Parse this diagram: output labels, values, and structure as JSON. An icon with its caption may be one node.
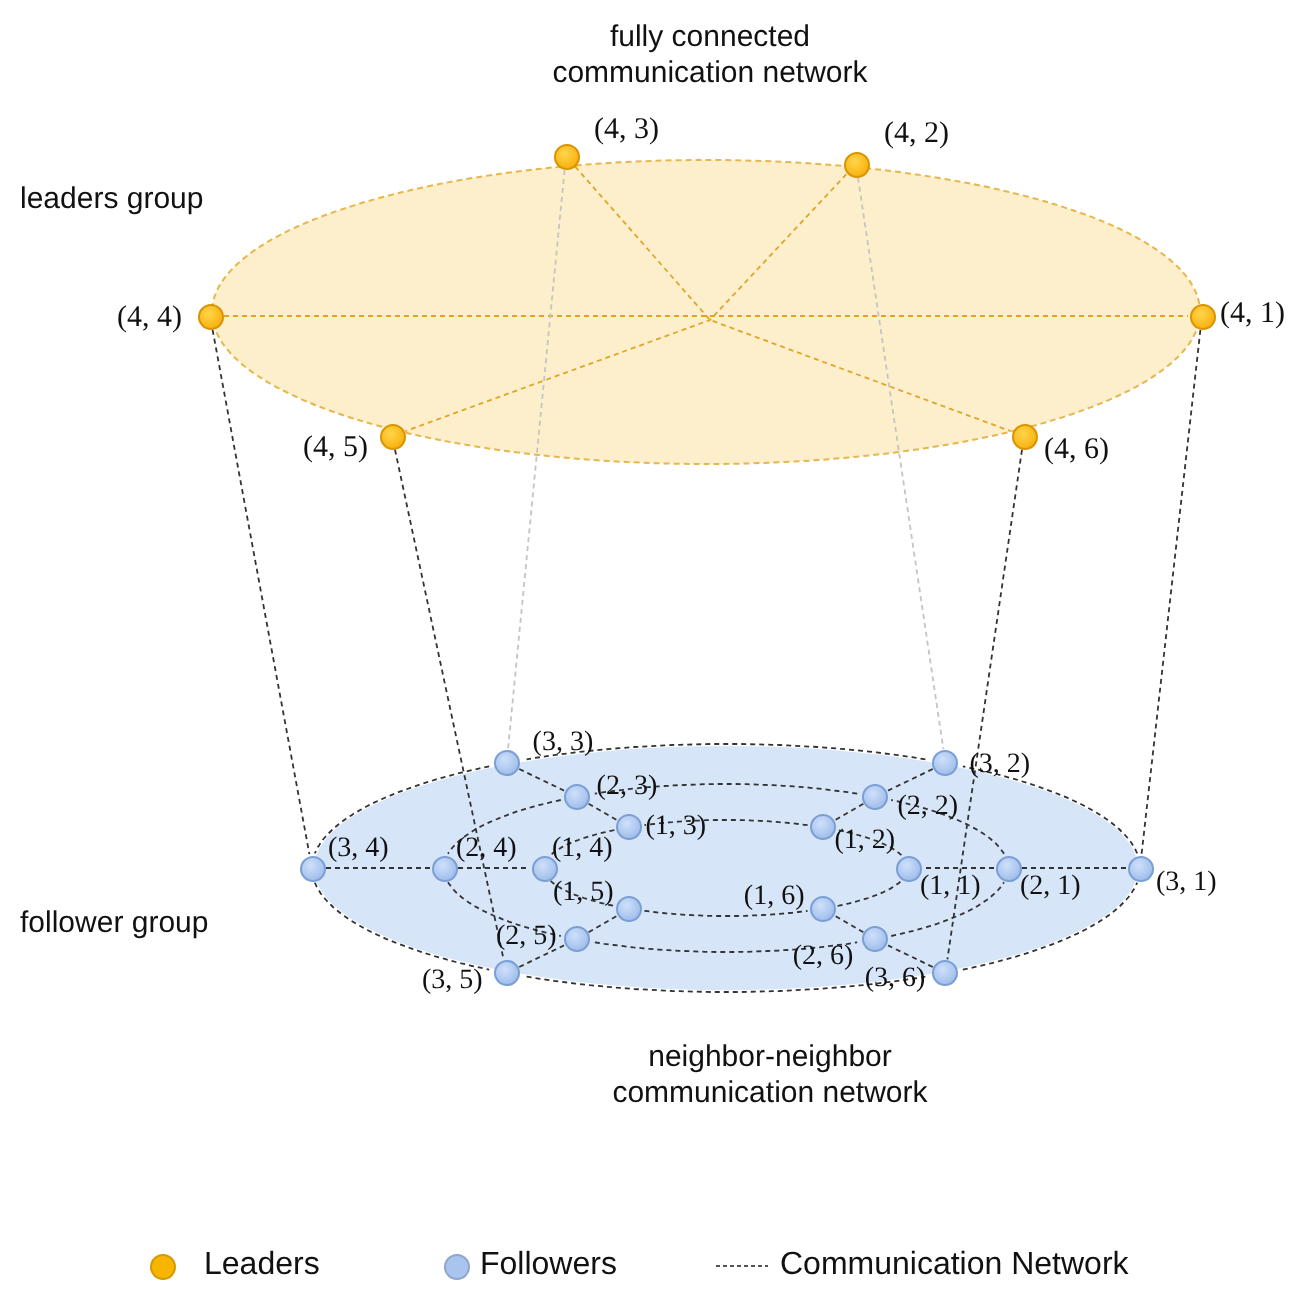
{
  "diagram": {
    "nodes": [
      {
        "text": [],
        "shape": "circle",
        "beside": [
          "(4, 3)"
        ]
      },
      {
        "text": [],
        "shape": "circle",
        "beside": [
          "(4, 2)"
        ]
      },
      {
        "text": [],
        "shape": "circle",
        "beside": [
          "(4, 4)"
        ]
      },
      {
        "text": [],
        "shape": "circle",
        "beside": [
          "(4, 1)"
        ]
      },
      {
        "text": [],
        "shape": "circle",
        "beside": [
          "(4, 5)"
        ]
      },
      {
        "text": [],
        "shape": "circle",
        "beside": [
          "(4, 6)"
        ]
      },
      {
        "text": [],
        "shape": "circle",
        "beside": [
          "(3, 3)"
        ]
      },
      {
        "text": [],
        "shape": "circle",
        "beside": [
          "(2, 3)"
        ]
      },
      {
        "text": [],
        "shape": "circle",
        "beside": [
          "(1, 3)"
        ]
      },
      {
        "text": [],
        "shape": "circle",
        "beside": [
          "(1, 2)"
        ]
      },
      {
        "text": [],
        "shape": "circle",
        "beside": [
          "(2, 2)"
        ]
      },
      {
        "text": [],
        "shape": "circle",
        "beside": [
          "(3, 2)"
        ]
      },
      {
        "text": [],
        "shape": "circle",
        "beside": [
          "(3, 4)"
        ]
      },
      {
        "text": [],
        "shape": "circle",
        "beside": [
          "(2, 4)"
        ]
      },
      {
        "text": [],
        "shape": "circle",
        "beside": [
          "(1, 4)"
        ]
      },
      {
        "text": [],
        "shape": "circle",
        "beside": [
          "(1, 1)"
        ]
      },
      {
        "text": [],
        "shape": "circle",
        "beside": [
          "(2, 1)"
        ]
      },
      {
        "text": [],
        "shape": "circle",
        "beside": [
          "(3, 1)"
        ]
      },
      {
        "text": [],
        "shape": "circle",
        "beside": [
          "(1, 5)"
        ]
      },
      {
        "text": [],
        "shape": "circle",
        "beside": [
          "(1, 6)"
        ]
      },
      {
        "text": [],
        "shape": "circle",
        "beside": [
          "(2, 5)"
        ]
      },
      {
        "text": [],
        "shape": "circle",
        "beside": [
          "(2, 6)"
        ]
      },
      {
        "text": [],
        "shape": "circle",
        "beside": [
          "(3, 5)"
        ]
      },
      {
        "text": [],
        "shape": "circle",
        "beside": [
          "(3, 6)"
        ]
      }
    ],
    "edges": [
      {
        "from": 2,
        "to": 3,
        "arrow": "none",
        "style": "dashed",
        "color": "#e0a526"
      },
      {
        "from": 0,
        "to": 5,
        "arrow": "none",
        "style": "dashed",
        "color": "#e0a526"
      },
      {
        "from": 1,
        "to": 4,
        "arrow": "none",
        "style": "dashed",
        "color": "#e0a526"
      },
      {
        "from": 0,
        "to": 6,
        "arrow": "none",
        "style": "dashed",
        "color": "#c4c4c4"
      },
      {
        "from": 1,
        "to": 11,
        "arrow": "none",
        "style": "dashed",
        "color": "#c4c4c4"
      },
      {
        "from": 2,
        "to": 12,
        "arrow": "none",
        "style": "dashed"
      },
      {
        "from": 4,
        "to": 22,
        "arrow": "none",
        "style": "dashed"
      },
      {
        "from": 5,
        "to": 23,
        "arrow": "none",
        "style": "dashed"
      },
      {
        "from": 3,
        "to": 17,
        "arrow": "none",
        "style": "dashed"
      },
      {
        "from": 17,
        "to": 16,
        "arrow": "none",
        "style": "dashed"
      },
      {
        "from": 16,
        "to": 15,
        "arrow": "none",
        "style": "dashed"
      },
      {
        "from": 11,
        "to": 10,
        "arrow": "none",
        "style": "dashed"
      },
      {
        "from": 10,
        "to": 9,
        "arrow": "none",
        "style": "dashed"
      },
      {
        "from": 6,
        "to": 7,
        "arrow": "none",
        "style": "dashed"
      },
      {
        "from": 7,
        "to": 8,
        "arrow": "none",
        "style": "dashed"
      },
      {
        "from": 12,
        "to": 13,
        "arrow": "none",
        "style": "dashed"
      },
      {
        "from": 13,
        "to": 14,
        "arrow": "none",
        "style": "dashed"
      },
      {
        "from": 22,
        "to": 20,
        "arrow": "none",
        "style": "dashed"
      },
      {
        "from": 20,
        "to": 18,
        "arrow": "none",
        "style": "dashed"
      },
      {
        "from": 23,
        "to": 21,
        "arrow": "none",
        "style": "dashed"
      },
      {
        "from": 21,
        "to": 19,
        "arrow": "none",
        "style": "dashed"
      },
      {
        "from": 15,
        "to": 9,
        "arrow": "none",
        "style": "dashed"
      },
      {
        "from": 9,
        "to": 8,
        "arrow": "none",
        "style": "dashed"
      },
      {
        "from": 8,
        "to": 14,
        "arrow": "none",
        "style": "dashed"
      },
      {
        "from": 14,
        "to": 18,
        "arrow": "none",
        "style": "dashed"
      },
      {
        "from": 18,
        "to": 19,
        "arrow": "none",
        "style": "dashed"
      },
      {
        "from": 19,
        "to": 15,
        "arrow": "none",
        "style": "dashed"
      },
      {
        "from": 16,
        "to": 10,
        "arrow": "none",
        "style": "dashed"
      },
      {
        "from": 10,
        "to": 7,
        "arrow": "none",
        "style": "dashed"
      },
      {
        "from": 7,
        "to": 13,
        "arrow": "none",
        "style": "dashed"
      },
      {
        "from": 13,
        "to": 20,
        "arrow": "none",
        "style": "dashed"
      },
      {
        "from": 20,
        "to": 21,
        "arrow": "none",
        "style": "dashed"
      },
      {
        "from": 21,
        "to": 16,
        "arrow": "none",
        "style": "dashed"
      },
      {
        "from": 17,
        "to": 11,
        "arrow": "none",
        "style": "dashed"
      },
      {
        "from": 11,
        "to": 6,
        "arrow": "none",
        "style": "dashed"
      },
      {
        "from": 6,
        "to": 12,
        "arrow": "none",
        "style": "dashed"
      },
      {
        "from": 12,
        "to": 22,
        "arrow": "none",
        "style": "dashed"
      },
      {
        "from": 22,
        "to": 23,
        "arrow": "none",
        "style": "dashed"
      },
      {
        "from": 23,
        "to": 17,
        "arrow": "none",
        "style": "dashed"
      }
    ],
    "labels": [
      "fully connected communication network",
      "leaders group",
      "follower group",
      "neighbor-neighbor communication network"
    ],
    "legend": [
      {
        "text": "Leaders",
        "color": "#f7b500"
      },
      {
        "text": "Followers",
        "color": "#a9c4ee"
      },
      {
        "text": "Communication Network"
      }
    ]
  }
}
